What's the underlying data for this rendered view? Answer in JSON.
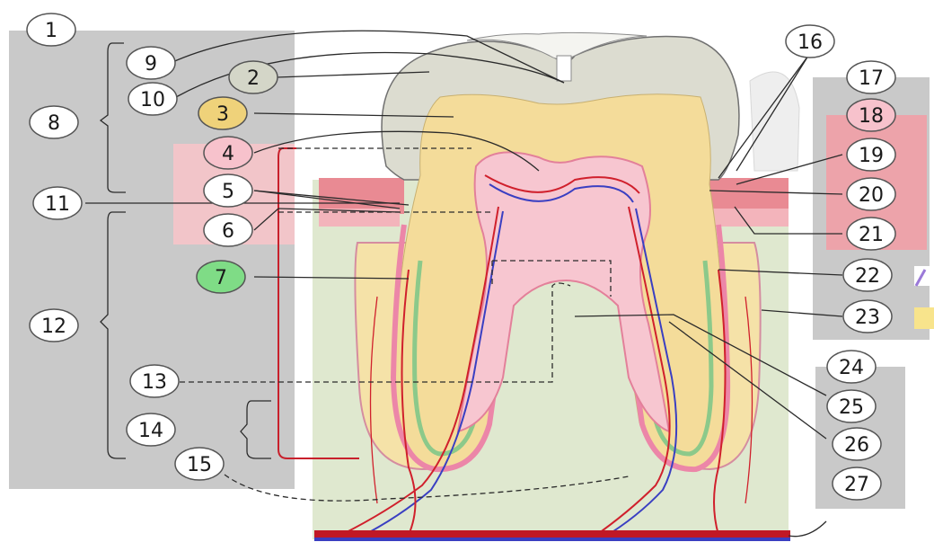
{
  "labels": {
    "n1": "1",
    "n2": "2",
    "n3": "3",
    "n4": "4",
    "n5": "5",
    "n6": "6",
    "n7": "7",
    "n8": "8",
    "n9": "9",
    "n10": "10",
    "n11": "11",
    "n12": "12",
    "n13": "13",
    "n14": "14",
    "n15": "15",
    "n16": "16",
    "n17": "17",
    "n18": "18",
    "n19": "19",
    "n20": "20",
    "n21": "21",
    "n22": "22",
    "n23": "23",
    "n24": "24",
    "n25": "25",
    "n26": "26",
    "n27": "27"
  },
  "colors": {
    "panel_gray": "#c9c9c9",
    "enamel": "#dcdcd0",
    "dentin": "#f4dc9a",
    "pulp_pink": "#f3a9bf",
    "gum": "#e98a93",
    "bone": "#dfe8cf",
    "green_layer": "#8cc98a",
    "artery": "#d0202c",
    "vein": "#3a3fc2",
    "badge_yellow": "#efd27a",
    "badge_green": "#7fdc86",
    "badge_pink": "#f7c2cc"
  }
}
